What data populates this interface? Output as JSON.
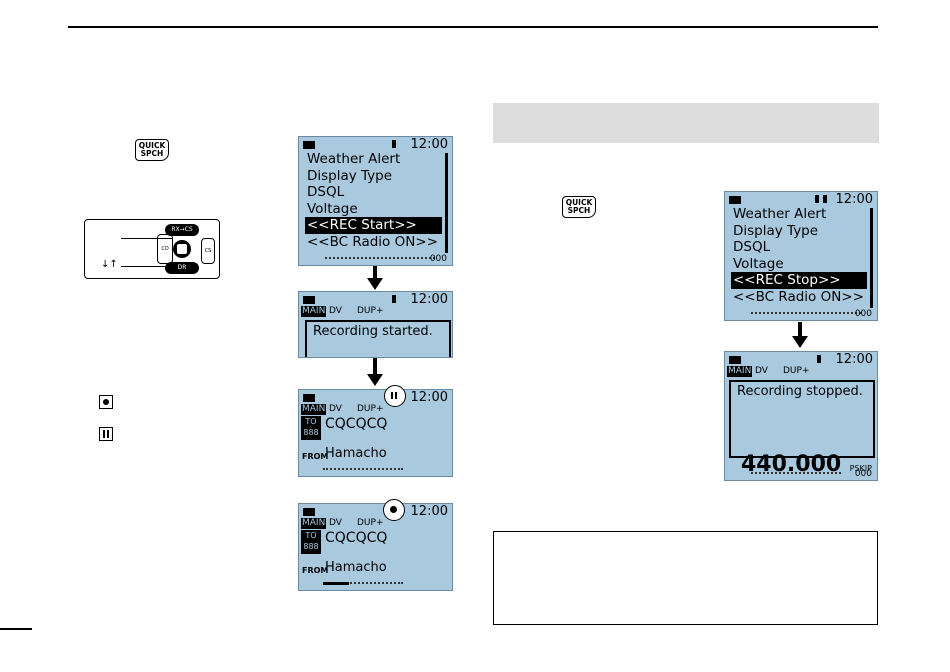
{
  "keys": {
    "quick_line1": "QUICK",
    "quick_line2": "SPCH"
  },
  "keypad": {
    "rx_cs": "RX→CS",
    "dr": "DR",
    "cd": "CD",
    "cs": "CS",
    "updown": "↓↑"
  },
  "screen_common": {
    "clock": "12:00",
    "channel_number": "000"
  },
  "menu_start": {
    "items": [
      "Weather Alert",
      "Display Type",
      "DSQL",
      "Voltage",
      "<<REC Start>>",
      "<<BC Radio ON>>"
    ],
    "selected_index": 4
  },
  "menu_stop": {
    "items": [
      "Weather Alert",
      "Display Type",
      "DSQL",
      "Voltage",
      "<<REC Stop>>",
      "<<BC Radio ON>>"
    ],
    "selected_index": 4
  },
  "screen_recording_started": {
    "main_label": "MAIN",
    "mode": "DV",
    "dup": "DUP+",
    "popup": "Recording started."
  },
  "screen_recording_stopped": {
    "main_label": "MAIN",
    "mode": "DV",
    "dup": "DUP+",
    "popup": "Recording stopped.",
    "frequency": "440.000",
    "pskip": "PSKIP"
  },
  "screen_pause": {
    "main_label": "MAIN",
    "mode": "DV",
    "dup": "DUP+",
    "to_label": "TO",
    "to_sub": "888",
    "call": "CQCQCQ",
    "from_label": "FROM",
    "from_name": "Hamacho"
  },
  "screen_record": {
    "main_label": "MAIN",
    "mode": "DV",
    "dup": "DUP+",
    "to_label": "TO",
    "to_sub": "888",
    "call": "CQCQCQ",
    "from_label": "FROM",
    "from_name": "Hamacho"
  }
}
